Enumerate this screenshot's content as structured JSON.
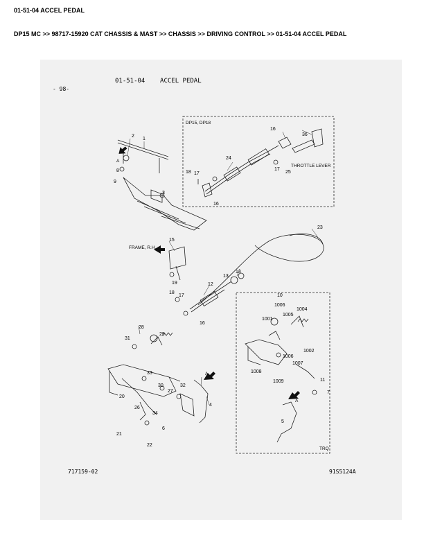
{
  "page_header": {
    "code_title": "01-51-04 ACCEL PEDAL",
    "breadcrumb": "DP15 MC >> 98717-15920 CAT CHASSIS & MAST >> CHASSIS >> DRIVING CONTROL >> 01-51-04 ACCEL PEDAL"
  },
  "sheet": {
    "title": "01-51-04    ACCEL PEDAL",
    "page_no": "- 98-",
    "footer_left": "717159-02",
    "footer_right": "91S5124A"
  },
  "labels": {
    "frame_rh": "FRAME, R.H.",
    "dp_models": "DP15, DP18",
    "throttle_lever": "THROTTLE LEVER",
    "trq": "TRQ",
    "view_a": "A"
  },
  "parts": {
    "p1": "1",
    "p2": "2",
    "p3": "3",
    "p4": "4",
    "p5": "5",
    "p6": "6",
    "p7": "7",
    "p8": "8",
    "p9": "9",
    "p10": "10",
    "p11": "11",
    "p12": "12",
    "p13": "13",
    "p15": "15",
    "p16": "16",
    "p17": "17",
    "p18": "18",
    "p19": "19",
    "p20": "20",
    "p21": "21",
    "p22": "22",
    "p23": "23",
    "p24": "24",
    "p25": "25",
    "p26": "26",
    "p27": "27",
    "p28": "28",
    "p29": "29",
    "p30": "30",
    "p31": "31",
    "p32": "32",
    "p33": "33",
    "p34": "34",
    "p36": "36",
    "p1001": "1001",
    "p1002": "1002",
    "p1004": "1004",
    "p1005": "1005",
    "p1006": "1006",
    "p1007": "1007",
    "p1008": "1008",
    "p1009": "1009"
  }
}
